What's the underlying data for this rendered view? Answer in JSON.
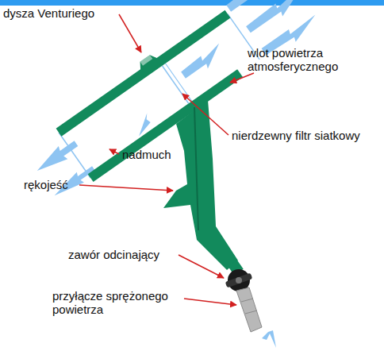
{
  "diagram": {
    "labels": [
      "dysza Venturiego",
      "wlot powietrza atmosferycznego",
      "nadmuch",
      "nierdzewny filtr siatkowy",
      "rękojeść",
      "zawór odcinający",
      "przyłącze sprężonego powietrza"
    ]
  }
}
